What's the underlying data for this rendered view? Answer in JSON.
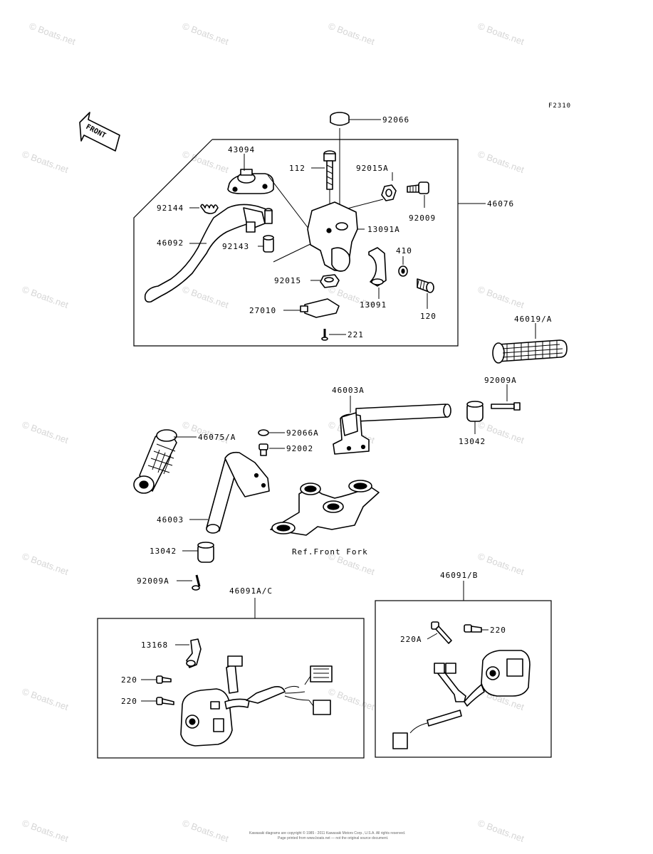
{
  "figure_code": "F2310",
  "front_arrow_label": "FRONT",
  "reference_label": "Ref.Front Fork",
  "watermark": "© Boats.net",
  "footer_line1": "Kawasaki diagrams are copyright © 1985 - 2011 Kawasaki Motors Corp., U.S.A. All rights reserved.",
  "footer_line2": "Page printed from www.boats.net — not the original source document.",
  "groups": {
    "lever_assembly": "46076",
    "switch_left": "46091A/C",
    "switch_right": "46091/B"
  },
  "parts": {
    "p92066": "92066",
    "p43094": "43094",
    "p112": "112",
    "p92015A": "92015A",
    "p92009": "92009",
    "p92144": "92144",
    "p13091A": "13091A",
    "p46092": "46092",
    "p92143": "92143",
    "p410": "410",
    "p92015": "92015",
    "p13091": "13091",
    "p120": "120",
    "p27010": "27010",
    "p221": "221",
    "p46019A": "46019/A",
    "p92009A_top": "92009A",
    "p46003A": "46003A",
    "p13042_right": "13042",
    "p46075A": "46075/A",
    "p92066A": "92066A",
    "p92002": "92002",
    "p46003": "46003",
    "p13042_left": "13042",
    "p92009A_bottom": "92009A",
    "p13168": "13168",
    "p220_a": "220",
    "p220_b": "220",
    "p220A": "220A",
    "p220_c": "220"
  }
}
